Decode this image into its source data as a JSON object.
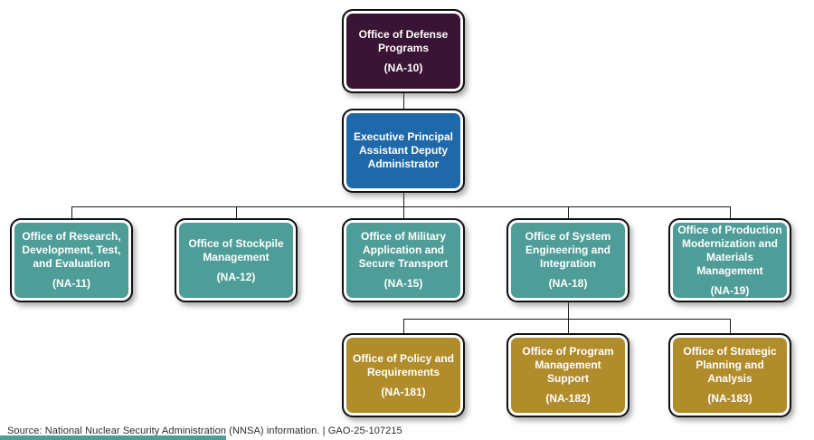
{
  "title": "Office of Defense Programs organizational chart",
  "colors": {
    "root_box": "#3A1434",
    "deputy_box": "#1F68A9",
    "level2_box": "#4E9D98",
    "level3_box": "#B18C2B",
    "connector": "#1a1a1a",
    "accent_bar": "#4E9D98"
  },
  "org_chart": {
    "root": {
      "name": "Office of Defense Programs",
      "code": "(NA-10)"
    },
    "deputy": {
      "name": "Executive Principal Assistant Deputy Administrator",
      "code": ""
    },
    "level2": [
      {
        "name": "Office of Research, Development, Test, and Evaluation",
        "code": "(NA-11)"
      },
      {
        "name": "Office of Stockpile Management",
        "code": "(NA-12)"
      },
      {
        "name": "Office of Military Application and Secure Transport",
        "code": "(NA-15)"
      },
      {
        "name": "Office of System Engineering and Integration",
        "code": "(NA-18)"
      },
      {
        "name": "Office of Production Modernization and Materials Management",
        "code": "(NA-19)"
      }
    ],
    "level3": [
      {
        "name": "Office of Policy and Requirements",
        "code": "(NA-181)"
      },
      {
        "name": "Office of Program Management Support",
        "code": "(NA-182)"
      },
      {
        "name": "Office of Strategic Planning and Analysis",
        "code": "(NA-183)"
      }
    ]
  },
  "footer": {
    "source_text": "Source: National Nuclear Security Administration (NNSA) information.  |  GAO-25-107215"
  }
}
